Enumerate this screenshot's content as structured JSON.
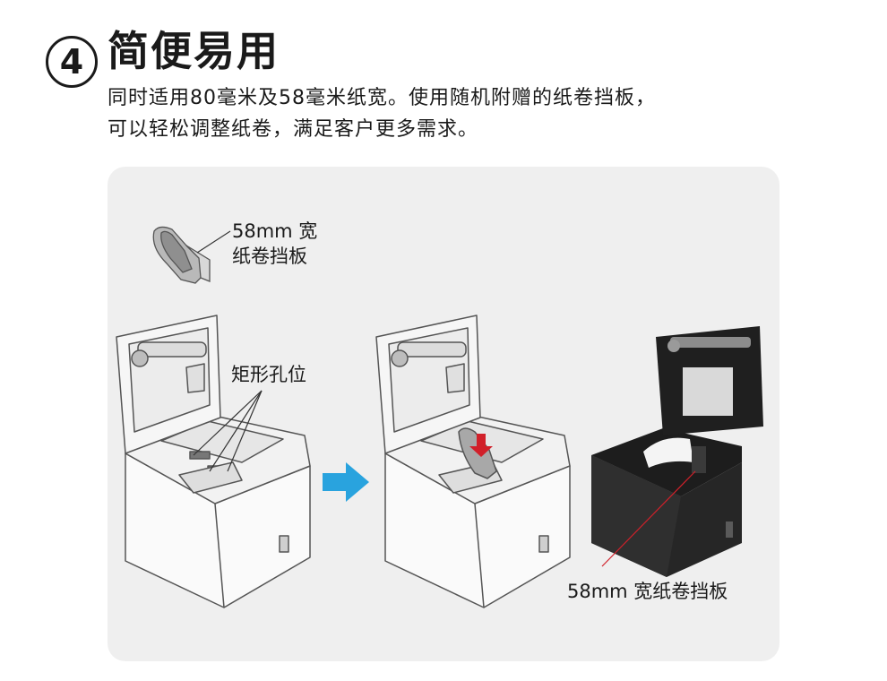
{
  "step": {
    "number": "4"
  },
  "heading": "简便易用",
  "description": {
    "line1": "同时适用80毫米及58毫米纸宽。使用随机附赠的纸卷挡板，",
    "line2": "可以轻松调整纸卷，满足客户更多需求。"
  },
  "figure": {
    "guide_label_line1": "58mm 宽",
    "guide_label_line2": "纸卷挡板",
    "slots_label": "矩形孔位",
    "installed_label": "58mm 宽纸卷挡板"
  },
  "colors": {
    "panel_bg": "#efefef",
    "arrow": "#29a3de",
    "callout": "#d1202a",
    "printer_body": "#2a2a2a"
  },
  "icons": [
    "right-arrow-icon"
  ]
}
